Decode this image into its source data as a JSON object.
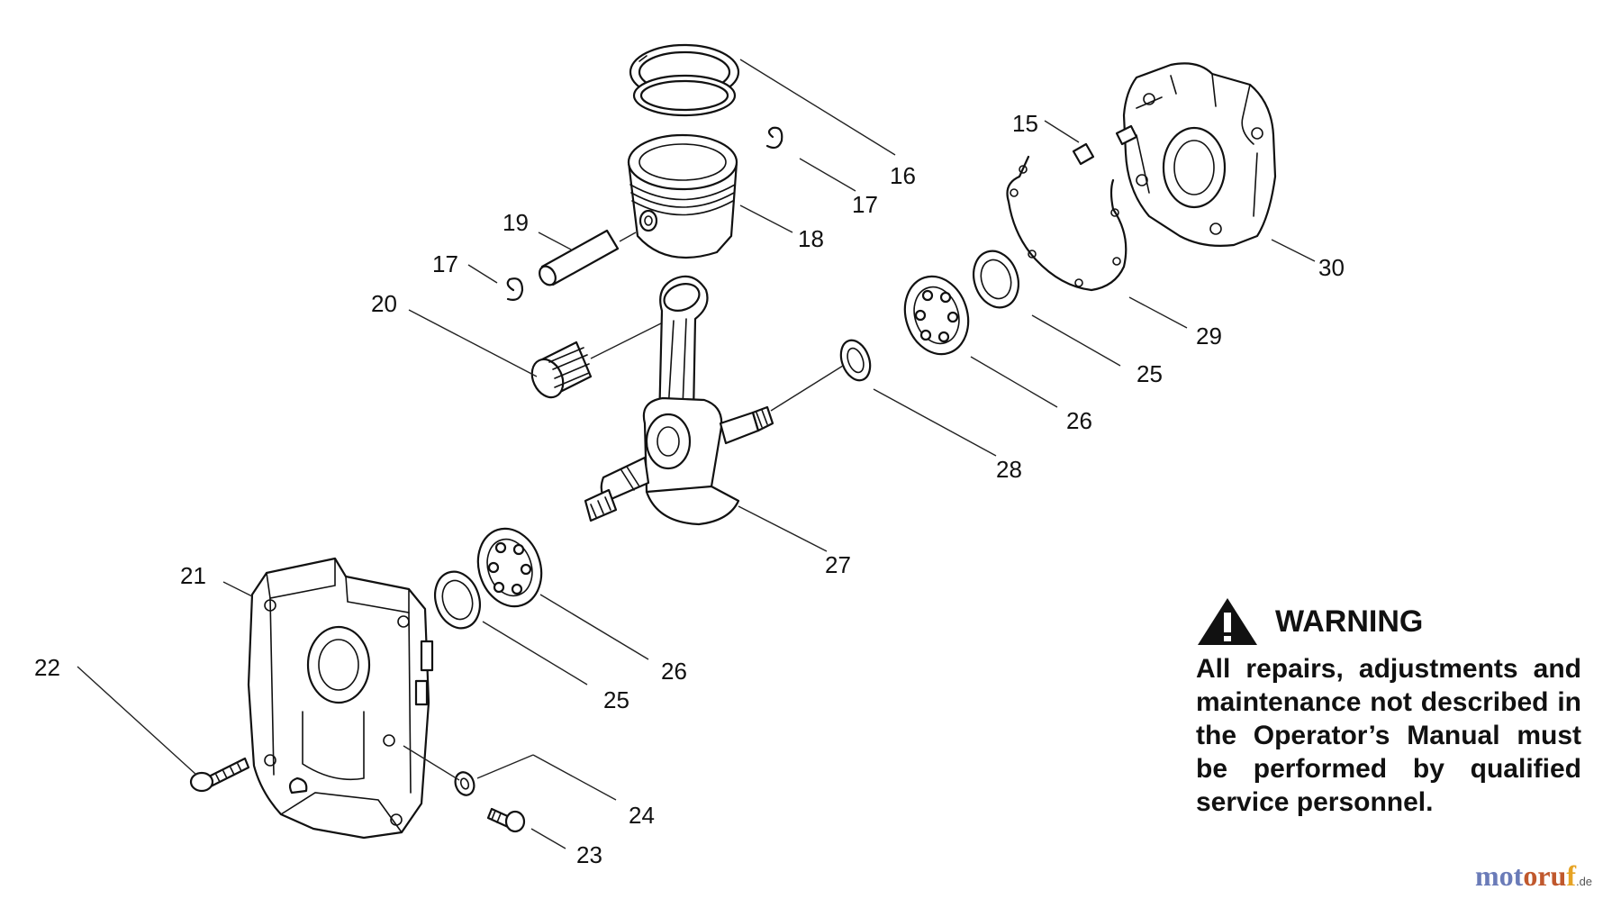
{
  "parts": [
    {
      "id": "15",
      "label": "15"
    },
    {
      "id": "16",
      "label": "16"
    },
    {
      "id": "17a",
      "label": "17"
    },
    {
      "id": "17b",
      "label": "17"
    },
    {
      "id": "18",
      "label": "18"
    },
    {
      "id": "19",
      "label": "19"
    },
    {
      "id": "20",
      "label": "20"
    },
    {
      "id": "21",
      "label": "21"
    },
    {
      "id": "22",
      "label": "22"
    },
    {
      "id": "23",
      "label": "23"
    },
    {
      "id": "24",
      "label": "24"
    },
    {
      "id": "25a",
      "label": "25"
    },
    {
      "id": "25b",
      "label": "25"
    },
    {
      "id": "26a",
      "label": "26"
    },
    {
      "id": "26b",
      "label": "26"
    },
    {
      "id": "27",
      "label": "27"
    },
    {
      "id": "28",
      "label": "28"
    },
    {
      "id": "29",
      "label": "29"
    },
    {
      "id": "30",
      "label": "30"
    }
  ],
  "warning": {
    "title": "WARNING",
    "text": "All repairs, adjustments and maintenance not described in the Operator’s Manual must be performed by qualified service personnel."
  },
  "watermark": {
    "part1": "mot",
    "part2": "oru",
    "part3": "f",
    "suffix": ".de"
  }
}
